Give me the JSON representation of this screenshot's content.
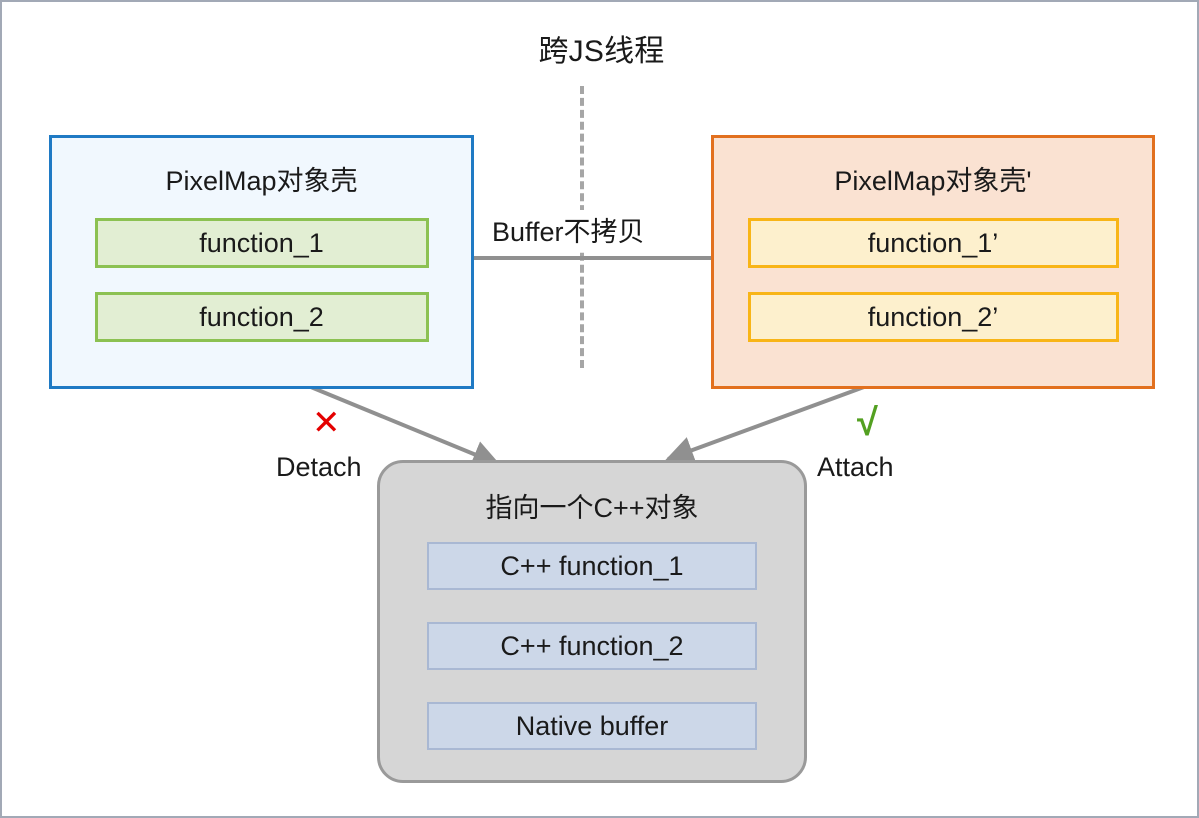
{
  "diagram": {
    "title": "跨JS线程",
    "divider": {
      "name": "js-thread-divider",
      "style": "dashed-vertical"
    },
    "colors": {
      "frame_border": "#a2a9b6",
      "left_shell_border": "#1f7ac4",
      "left_shell_fill": "#f1f8fe",
      "left_row_border": "#8cc152",
      "left_row_fill": "#e2eed3",
      "right_shell_border": "#e2701e",
      "right_shell_fill": "#fae2d2",
      "right_row_border": "#f8b517",
      "right_row_fill": "#fdf0cd",
      "native_shell_border": "#9a9a9a",
      "native_shell_fill": "#d6d6d6",
      "native_row_border": "#a9b8d3",
      "native_row_fill": "#ccd7e8",
      "arrow": "#909090",
      "cross_mark": "#e40000",
      "check_mark": "#53a021"
    },
    "left_shell": {
      "title": "PixelMap对象壳",
      "rows": [
        {
          "label": "function_1"
        },
        {
          "label": "function_2"
        }
      ]
    },
    "right_shell": {
      "title": "PixelMap对象壳'",
      "rows": [
        {
          "label": "function_1’"
        },
        {
          "label": "function_2’"
        }
      ]
    },
    "native_shell": {
      "title": "指向一个C++对象",
      "rows": [
        {
          "label": "C++ function_1"
        },
        {
          "label": "C++ function_2"
        },
        {
          "label": "Native buffer"
        }
      ]
    },
    "edges": [
      {
        "name": "buffer-no-copy-edge",
        "label": "Buffer不拷贝",
        "from": "left_shell.function_1",
        "to": "right_shell.function_1"
      },
      {
        "name": "detach-edge",
        "label": "Detach",
        "mark": "✕",
        "from": "left_shell.function_2",
        "to": "native_shell"
      },
      {
        "name": "attach-edge",
        "label": "Attach",
        "mark": "√",
        "from": "right_shell.function_2",
        "to": "native_shell"
      }
    ]
  }
}
